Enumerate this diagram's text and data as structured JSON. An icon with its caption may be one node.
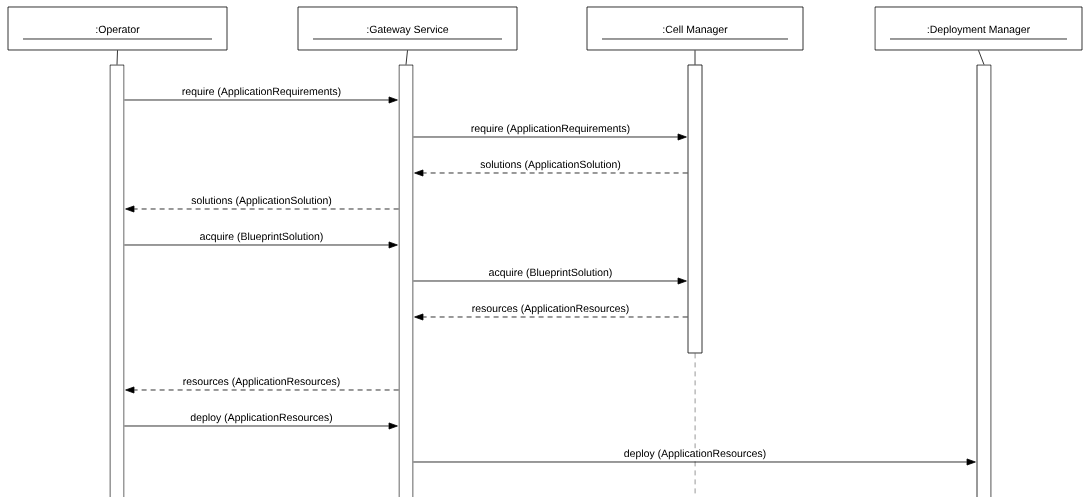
{
  "diagram": {
    "nodes": [
      {
        "text": [
          ":Operator"
        ]
      },
      {
        "text": [
          ":Gateway Service"
        ]
      },
      {
        "text": [
          ":Cell Manager"
        ]
      },
      {
        "text": [
          ":Deployment Manager"
        ]
      },
      {
        "text": [],
        "shape": "bar"
      },
      {
        "text": [],
        "shape": "bar"
      },
      {
        "text": [],
        "shape": "bar"
      },
      {
        "text": [],
        "shape": "bar"
      }
    ],
    "edges": [
      {
        "from": 4,
        "to": 5,
        "arrow": "to",
        "label": "require (ApplicationRequirements)"
      },
      {
        "from": 5,
        "to": 6,
        "arrow": "to",
        "label": "require (ApplicationRequirements)"
      },
      {
        "from": 6,
        "to": 5,
        "arrow": "to",
        "label": "solutions (ApplicationSolution)",
        "style": "dashed"
      },
      {
        "from": 5,
        "to": 4,
        "arrow": "to",
        "label": "solutions (ApplicationSolution)",
        "style": "dashed"
      },
      {
        "from": 4,
        "to": 5,
        "arrow": "to",
        "label": "acquire (BlueprintSolution)"
      },
      {
        "from": 5,
        "to": 6,
        "arrow": "to",
        "label": "acquire (BlueprintSolution)"
      },
      {
        "from": 6,
        "to": 5,
        "arrow": "to",
        "label": "resources (ApplicationResources)",
        "style": "dashed"
      },
      {
        "from": 5,
        "to": 4,
        "arrow": "to",
        "label": "resources (ApplicationResources)",
        "style": "dashed"
      },
      {
        "from": 4,
        "to": 5,
        "arrow": "to",
        "label": "deploy (ApplicationResources)"
      },
      {
        "from": 5,
        "to": 7,
        "arrow": "to",
        "label": "deploy (ApplicationResources)"
      },
      {
        "from": 0,
        "to": 4,
        "arrow": "none"
      },
      {
        "from": 1,
        "to": 5,
        "arrow": "none"
      },
      {
        "from": 2,
        "to": 6,
        "arrow": "none"
      },
      {
        "from": 3,
        "to": 7,
        "arrow": "none"
      },
      {
        "from": 6,
        "to": null,
        "arrow": "none",
        "style": "dashed"
      }
    ]
  }
}
